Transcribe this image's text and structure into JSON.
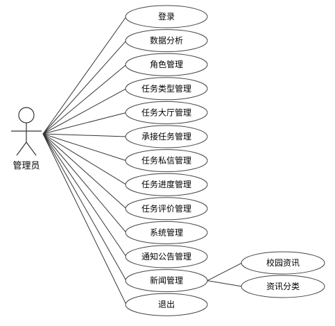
{
  "actor": {
    "label": "管理员"
  },
  "use_cases": [
    {
      "id": "login",
      "label": "登录"
    },
    {
      "id": "data-analysis",
      "label": "数据分析"
    },
    {
      "id": "role-mgmt",
      "label": "角色管理"
    },
    {
      "id": "task-type-mgmt",
      "label": "任务类型管理"
    },
    {
      "id": "task-hall-mgmt",
      "label": "任务大厅管理"
    },
    {
      "id": "task-accept-mgmt",
      "label": "承接任务管理"
    },
    {
      "id": "task-message-mgmt",
      "label": "任务私信管理"
    },
    {
      "id": "task-progress-mgmt",
      "label": "任务进度管理"
    },
    {
      "id": "task-review-mgmt",
      "label": "任务评价管理"
    },
    {
      "id": "system-mgmt",
      "label": "系统管理"
    },
    {
      "id": "notice-mgmt",
      "label": "通知公告管理"
    },
    {
      "id": "news-mgmt",
      "label": "新闻管理"
    },
    {
      "id": "logout",
      "label": "退出"
    }
  ],
  "sub_use_cases": [
    {
      "id": "campus-news",
      "label": "校园资讯"
    },
    {
      "id": "news-category",
      "label": "资讯分类"
    }
  ]
}
